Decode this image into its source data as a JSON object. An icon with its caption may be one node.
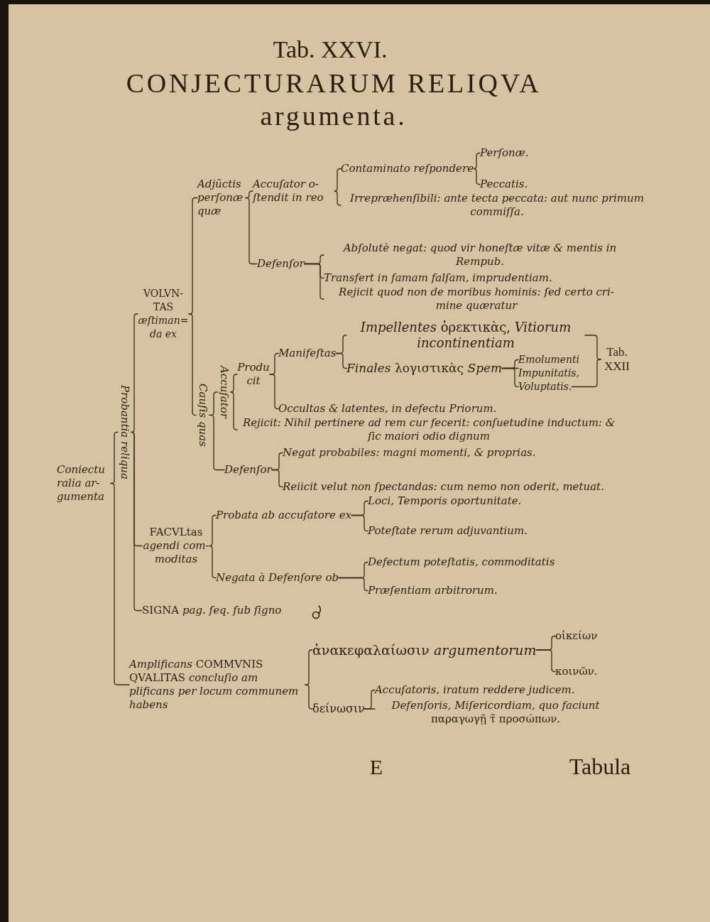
{
  "diagram": {
    "title": "CONJECTURARUM RELIQVA argumenta.",
    "nodes": [
      {
        "text": [
          "Coniectu ralia ar- gumenta"
        ]
      },
      {
        "text": [
          "Probantia reliqua"
        ]
      },
      {
        "text": [
          "VOLVN- TAS *æſtiman= da ex*"
        ]
      },
      {
        "text": [
          "Adjũctis perſonæ quæ"
        ]
      },
      {
        "text": [
          "Accuſator o- ſtendit in reo"
        ]
      },
      {
        "text": [
          "Contaminato reſpondere"
        ]
      },
      {
        "text": [
          "Perſonæ."
        ]
      },
      {
        "text": [
          "Peccatis."
        ]
      },
      {
        "text": [
          "Irrepræhenſibili: ante tecta peccata: aut nunc primum commiſſa."
        ]
      },
      {
        "text": [
          "Defenſor"
        ]
      },
      {
        "text": [
          "Abſolutè negat: quod vir honeſtæ vitæ & mentis in Rempub."
        ]
      },
      {
        "text": [
          "Transfert in famam falſam, imprudentiam."
        ]
      },
      {
        "text": [
          "Rejicit quod non de moribus hominis: ſed certo cri- mine quæratur"
        ]
      },
      {
        "text": [
          "Cauſis quas"
        ]
      },
      {
        "text": [
          "Accuſator"
        ]
      },
      {
        "text": [
          "Produ cit"
        ]
      },
      {
        "text": [
          "Manifeſtas"
        ]
      },
      {
        "text": [
          "*Impellentes* ὀρεκτικὰς, *Vitiorum incontinentiam*"
        ]
      },
      {
        "text": [
          "*Finales* λογιστικὰς *Spem*"
        ]
      },
      {
        "text": [
          "Emolumenti"
        ]
      },
      {
        "text": [
          "Impunitatis,"
        ]
      },
      {
        "text": [
          "Voluptatis."
        ]
      },
      {
        "text": [
          "Tab. XXII"
        ]
      },
      {
        "text": [
          "Occultas & latentes, in defectu Priorum."
        ]
      },
      {
        "text": [
          "Rejicit: Nihil pertinere ad rem cur fecerit: conſuetudine inductum: & ſic maiori odio dignum"
        ]
      },
      {
        "text": [
          "Defenſor"
        ]
      },
      {
        "text": [
          "Negat probabiles: magni momenti, & proprias."
        ]
      },
      {
        "text": [
          "Reiicit velut non ſpectandas: cum nemo non oderit, metuat."
        ]
      },
      {
        "text": [
          "FACVLtas *agendi com- moditas*"
        ]
      },
      {
        "text": [
          "Probata ab accuſatore ex"
        ]
      },
      {
        "text": [
          "Loci, Temporis oportunitate."
        ]
      },
      {
        "text": [
          "Poteſtate rerum adjuvantium."
        ]
      },
      {
        "text": [
          "Negata à Defenſore ob"
        ]
      },
      {
        "text": [
          "Defectum poteſtatis, commoditatis"
        ]
      },
      {
        "text": [
          "Præſentiam arbitrorum."
        ]
      },
      {
        "text": [
          "SIGNA *pag. ſeq. ſub ſigno*"
        ]
      },
      {
        "text": [
          "*Amplificans* COMMVNIS QVALITAS *concluſio am plificans per locum communem habens*"
        ]
      },
      {
        "text": [
          "ἀνακεφαλαίωσιν *argumentorum*"
        ]
      },
      {
        "text": [
          "οἰκείων"
        ]
      },
      {
        "text": [
          "κοινῶν."
        ]
      },
      {
        "text": [
          "δείνωσιν"
        ]
      },
      {
        "text": [
          "Accuſatoris, iratum reddere judicem."
        ]
      },
      {
        "text": [
          "*Defenſoris, Miſericordiam, quo faciunt* παραγωγῇ τ̃ προσώπων."
        ]
      }
    ],
    "edges": [
      {
        "from": 0,
        "to": 1,
        "arrow": "none"
      },
      {
        "from": 0,
        "to": 36,
        "arrow": "none"
      },
      {
        "from": 1,
        "to": 2,
        "arrow": "none"
      },
      {
        "from": 1,
        "to": 28,
        "arrow": "none"
      },
      {
        "from": 1,
        "to": 35,
        "arrow": "none"
      },
      {
        "from": 2,
        "to": 3,
        "arrow": "none"
      },
      {
        "from": 2,
        "to": 13,
        "arrow": "none"
      },
      {
        "from": 3,
        "to": 4,
        "arrow": "none"
      },
      {
        "from": 3,
        "to": 9,
        "arrow": "none"
      },
      {
        "from": 4,
        "to": 5,
        "arrow": "none"
      },
      {
        "from": 4,
        "to": 8,
        "arrow": "none"
      },
      {
        "from": 5,
        "to": 6,
        "arrow": "none"
      },
      {
        "from": 5,
        "to": 7,
        "arrow": "none"
      },
      {
        "from": 9,
        "to": 10,
        "arrow": "none"
      },
      {
        "from": 9,
        "to": 11,
        "arrow": "none"
      },
      {
        "from": 9,
        "to": 12,
        "arrow": "none"
      },
      {
        "from": 13,
        "to": 14,
        "arrow": "none"
      },
      {
        "from": 13,
        "to": 25,
        "arrow": "none"
      },
      {
        "from": 14,
        "to": 15,
        "arrow": "none"
      },
      {
        "from": 14,
        "to": 24,
        "arrow": "none"
      },
      {
        "from": 15,
        "to": 16,
        "arrow": "none"
      },
      {
        "from": 15,
        "to": 23,
        "arrow": "none"
      },
      {
        "from": 16,
        "to": 17,
        "arrow": "none"
      },
      {
        "from": 16,
        "to": 18,
        "arrow": "none"
      },
      {
        "from": 18,
        "to": 19,
        "arrow": "none"
      },
      {
        "from": 18,
        "to": 20,
        "arrow": "none"
      },
      {
        "from": 18,
        "to": 21,
        "arrow": "none"
      },
      {
        "from": 17,
        "to": 22,
        "arrow": "none"
      },
      {
        "from": 21,
        "to": 22,
        "arrow": "none"
      },
      {
        "from": 25,
        "to": 26,
        "arrow": "none"
      },
      {
        "from": 25,
        "to": 27,
        "arrow": "none"
      },
      {
        "from": 28,
        "to": 29,
        "arrow": "none"
      },
      {
        "from": 28,
        "to": 32,
        "arrow": "none"
      },
      {
        "from": 29,
        "to": 30,
        "arrow": "none"
      },
      {
        "from": 29,
        "to": 31,
        "arrow": "none"
      },
      {
        "from": 32,
        "to": 33,
        "arrow": "none"
      },
      {
        "from": 32,
        "to": 34,
        "arrow": "none"
      },
      {
        "from": 36,
        "to": 37,
        "arrow": "none"
      },
      {
        "from": 36,
        "to": 40,
        "arrow": "none"
      },
      {
        "from": 37,
        "to": 38,
        "arrow": "none"
      },
      {
        "from": 37,
        "to": 39,
        "arrow": "none"
      },
      {
        "from": 40,
        "to": 41,
        "arrow": "none"
      },
      {
        "from": 40,
        "to": 42,
        "arrow": "none"
      }
    ],
    "labels": [
      "Tab. XXVI.",
      "E",
      "Tabula"
    ]
  }
}
